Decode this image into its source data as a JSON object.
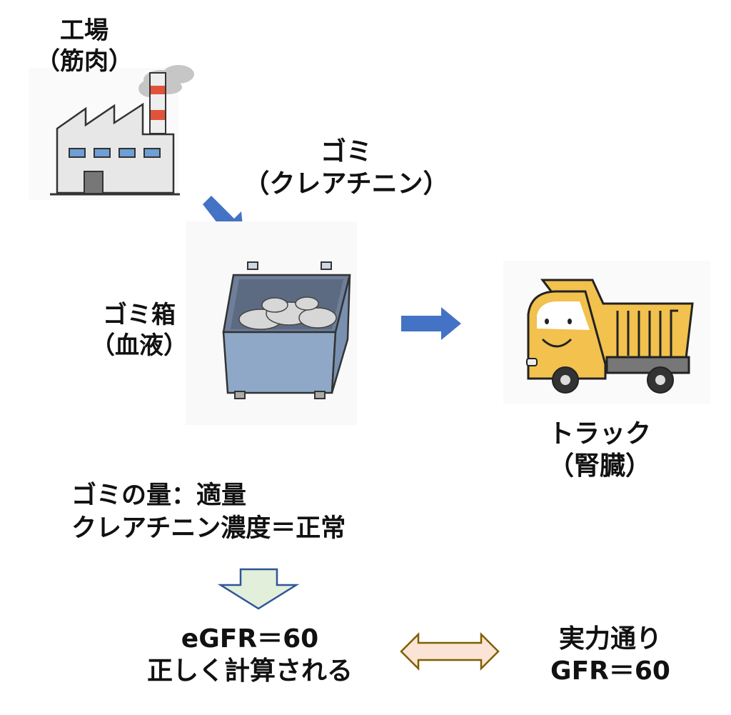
{
  "nodes": {
    "factory": {
      "title": "工場",
      "subtitle": "（筋肉）",
      "icon": "factory-icon"
    },
    "waste": {
      "title": "ゴミ",
      "subtitle": "（クレアチニン）"
    },
    "bin": {
      "title": "ゴミ箱",
      "subtitle": "（血液）",
      "icon": "trash-bin-icon"
    },
    "truck": {
      "title": "トラック",
      "subtitle": "（腎臓）",
      "icon": "dump-truck-icon"
    }
  },
  "status": {
    "line1": "ゴミの量：適量",
    "line2": "クレアチニン濃度＝正常"
  },
  "result": {
    "egfr_line1": "eGFR＝60",
    "egfr_line2": "正しく計算される",
    "actual_line1": "実力通り",
    "actual_line2": "GFR＝60"
  },
  "colors": {
    "flow_arrow": "#4472c4",
    "down_arrow_fill": "#e2efda",
    "down_arrow_stroke": "#2f5597",
    "double_arrow_fill": "#fbe3d6",
    "double_arrow_stroke": "#7f6000",
    "truck_body": "#f2c14e",
    "bin_body": "#8fa8c8"
  }
}
